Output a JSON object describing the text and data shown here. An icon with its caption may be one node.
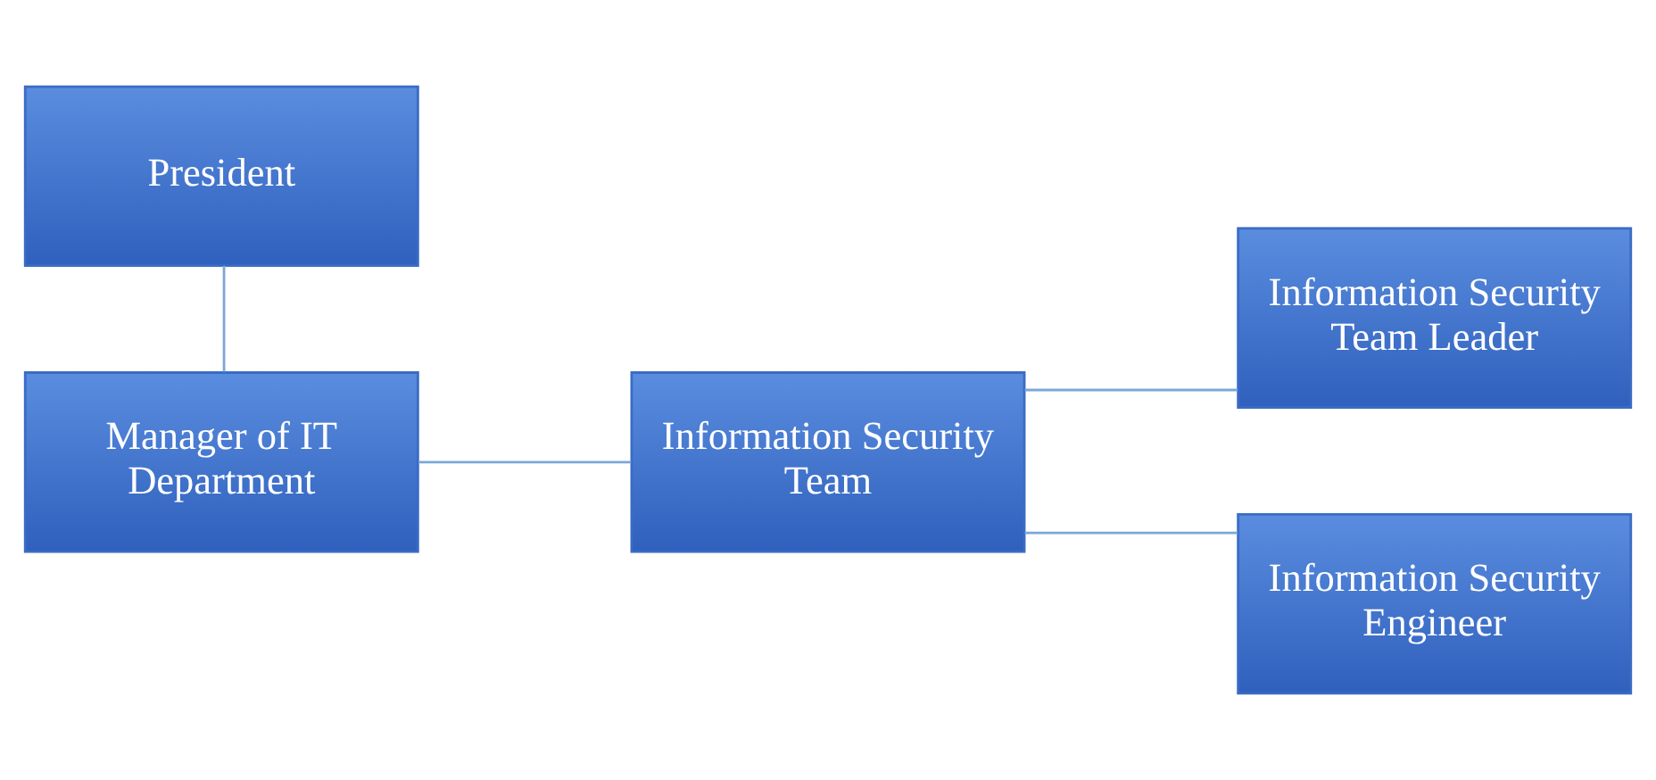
{
  "diagram": {
    "nodes": [
      {
        "text": [
          "President"
        ]
      },
      {
        "text": [
          "Manager of IT Department"
        ]
      },
      {
        "text": [
          "Information Security Team"
        ]
      },
      {
        "text": [
          "Information Security Team Leader"
        ]
      },
      {
        "text": [
          "Information Security Engineer"
        ]
      }
    ],
    "edges": [
      {
        "from": 0,
        "to": 1,
        "arrow": "none"
      },
      {
        "from": 1,
        "to": 2,
        "arrow": "none"
      },
      {
        "from": 2,
        "to": 3,
        "arrow": "none"
      },
      {
        "from": 2,
        "to": 4,
        "arrow": "none"
      }
    ]
  }
}
